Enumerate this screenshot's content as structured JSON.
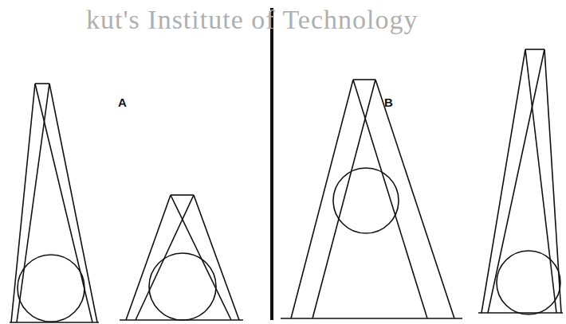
{
  "diagram": {
    "labels": [
      "A",
      "B",
      "kut's Institute of Technology"
    ]
  }
}
